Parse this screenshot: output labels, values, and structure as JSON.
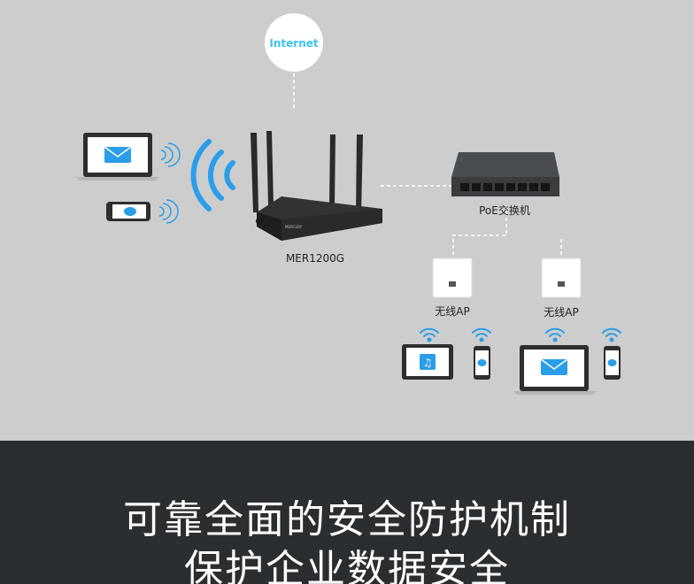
{
  "diagram": {
    "internet_label": "Internet",
    "router_label": "MER1200G",
    "switch_label": "PoE交换机",
    "ap_left_label": "无线AP",
    "ap_right_label": "无线AP",
    "brand_text": "MERCURY"
  },
  "banner": {
    "line1": "可靠全面的安全防护机制",
    "line2": "保护企业数据安全"
  },
  "colors": {
    "accent": "#3ec3f0",
    "wifi_blue": "#2b9ee9",
    "background": "#cdcdcd",
    "banner_bg": "#2b2e31"
  }
}
